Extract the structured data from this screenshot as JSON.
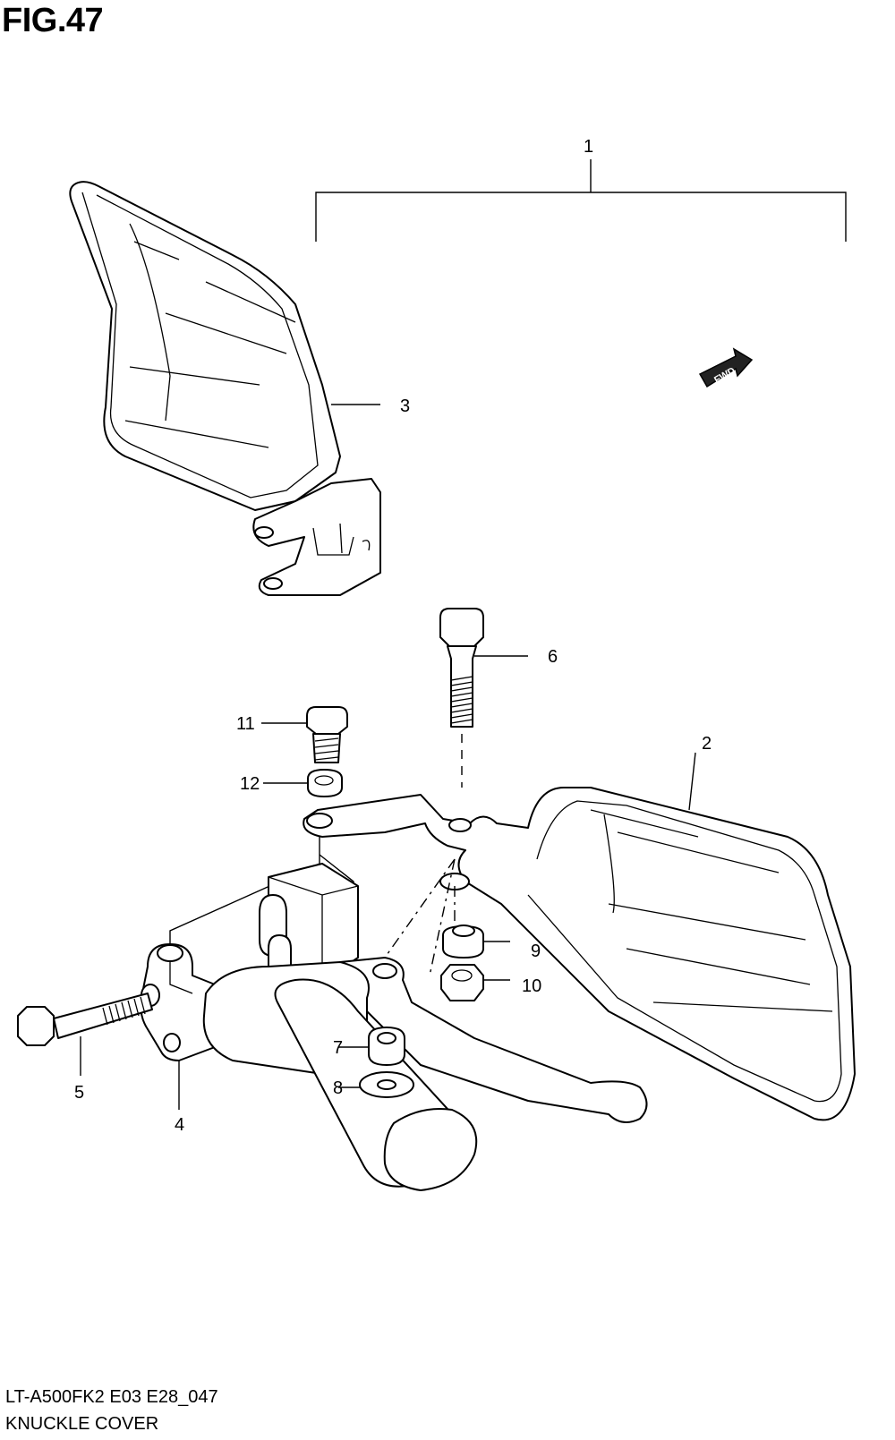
{
  "figure": {
    "title": "FIG.47",
    "model_code": "LT-A500FK2 E03 E28_047",
    "section_name": "KNUCKLE COVER",
    "fwd_label": "FWD"
  },
  "callouts": [
    {
      "id": "callout-1",
      "label": "1"
    },
    {
      "id": "callout-2",
      "label": "2"
    },
    {
      "id": "callout-3",
      "label": "3"
    },
    {
      "id": "callout-4",
      "label": "4"
    },
    {
      "id": "callout-5",
      "label": "5"
    },
    {
      "id": "callout-6",
      "label": "6"
    },
    {
      "id": "callout-7",
      "label": "7"
    },
    {
      "id": "callout-8",
      "label": "8"
    },
    {
      "id": "callout-9",
      "label": "9"
    },
    {
      "id": "callout-10",
      "label": "10"
    },
    {
      "id": "callout-11",
      "label": "11"
    },
    {
      "id": "callout-12",
      "label": "12"
    }
  ]
}
